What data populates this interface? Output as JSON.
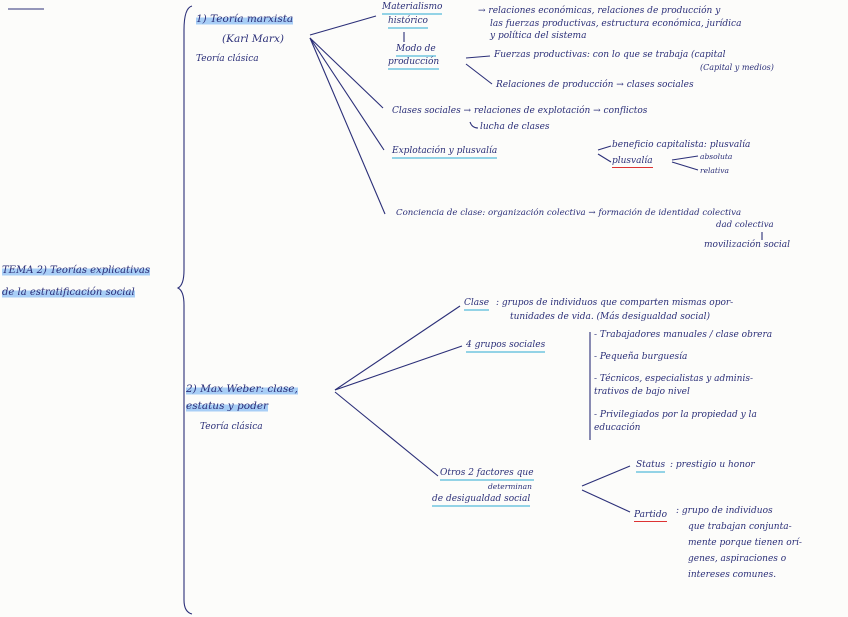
{
  "tema": {
    "line1": "TEMA 2) Teorías explicativas",
    "line2": "de la estratificación social"
  },
  "marx": {
    "title": "1) Teoría marxista",
    "author": "(Karl Marx)",
    "note": "Teoría clásica",
    "materialismo": {
      "l1": "Materialismo",
      "l2": "histórico"
    },
    "materialismo_desc": {
      "l1": "→ relaciones económicas, relaciones de producción y",
      "l2": "las fuerzas productivas, estructura económica, jurídica",
      "l3": "y política del sistema"
    },
    "modo": {
      "l1": "Modo de",
      "l2": "producción"
    },
    "fuerzas": {
      "l1": "Fuerzas productivas: con lo que se trabaja (capital",
      "l2": "(Capital y medios)"
    },
    "relaciones": "Relaciones de producción → clases sociales",
    "clases": {
      "l1": "Clases sociales → relaciones de explotación → conflictos",
      "l2": "lucha de clases"
    },
    "explotacion": "Explotación y plusvalía",
    "explot_desc": {
      "l1": "beneficio capitalista: plusvalía",
      "l2": "plusvalía"
    },
    "plusvalia_sub": {
      "l1": "absoluta",
      "l2": "relativa"
    },
    "conciencia": "Conciencia de clase: organización colectiva → formación de identidad colectiva",
    "conciencia_l2": "dad colectiva",
    "movilizacion": "movilización social"
  },
  "weber": {
    "title_l1": "2) Max Weber: clase,",
    "title_l2": "estatus y poder",
    "note": "Teoría clásica",
    "clase": {
      "label": "Clase",
      "l1": ": grupos de individuos que comparten mismas opor-",
      "l2": "tunidades de vida. (Más desigualdad social)"
    },
    "grupos": "4 grupos sociales",
    "grupos_items": [
      "- Trabajadores manuales / clase obrera",
      "- Pequeña burguesía",
      "- Técnicos, especialistas y adminis-",
      "  trativos de bajo nivel",
      "- Privilegiados por la propiedad y la",
      "  educación"
    ],
    "otros": {
      "l1": "Otros 2 factores que",
      "l2": "determinan",
      "l3": "de desigualdad social"
    },
    "status": {
      "label": "Status",
      "desc": ": prestigio u honor"
    },
    "partido": {
      "label": "Partido",
      "l1": ": grupo de individuos",
      "l2": "que trabajan conjunta-",
      "l3": "mente porque tienen orí-",
      "l4": "genes, aspiraciones o",
      "l5": "intereses comunes."
    }
  }
}
